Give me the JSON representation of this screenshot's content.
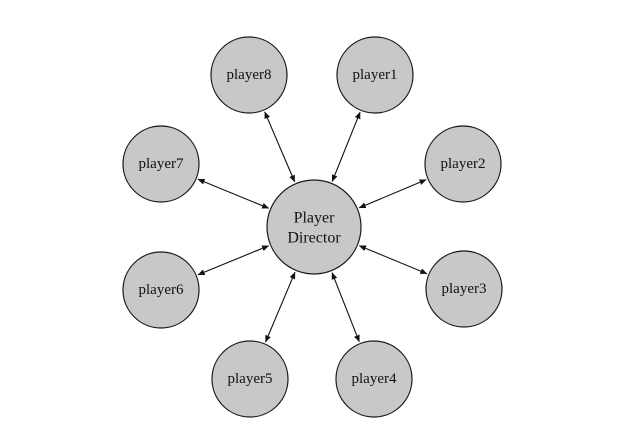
{
  "diagram": {
    "center": {
      "label_line1": "Player",
      "label_line2": "Director"
    },
    "nodes": [
      {
        "id": "player1",
        "label": "player1"
      },
      {
        "id": "player2",
        "label": "player2"
      },
      {
        "id": "player3",
        "label": "player3"
      },
      {
        "id": "player4",
        "label": "player4"
      },
      {
        "id": "player5",
        "label": "player5"
      },
      {
        "id": "player6",
        "label": "player6"
      },
      {
        "id": "player7",
        "label": "player7"
      },
      {
        "id": "player8",
        "label": "player8"
      }
    ],
    "edges": [
      {
        "from": "center",
        "to": "player1",
        "arrows": "both"
      },
      {
        "from": "center",
        "to": "player2",
        "arrows": "both"
      },
      {
        "from": "center",
        "to": "player3",
        "arrows": "both"
      },
      {
        "from": "center",
        "to": "player4",
        "arrows": "both"
      },
      {
        "from": "center",
        "to": "player5",
        "arrows": "both"
      },
      {
        "from": "center",
        "to": "player6",
        "arrows": "both"
      },
      {
        "from": "center",
        "to": "player7",
        "arrows": "both"
      },
      {
        "from": "center",
        "to": "player8",
        "arrows": "both"
      }
    ],
    "colors": {
      "node_fill": "#c8c8c8",
      "stroke": "#1a1a1a"
    }
  }
}
